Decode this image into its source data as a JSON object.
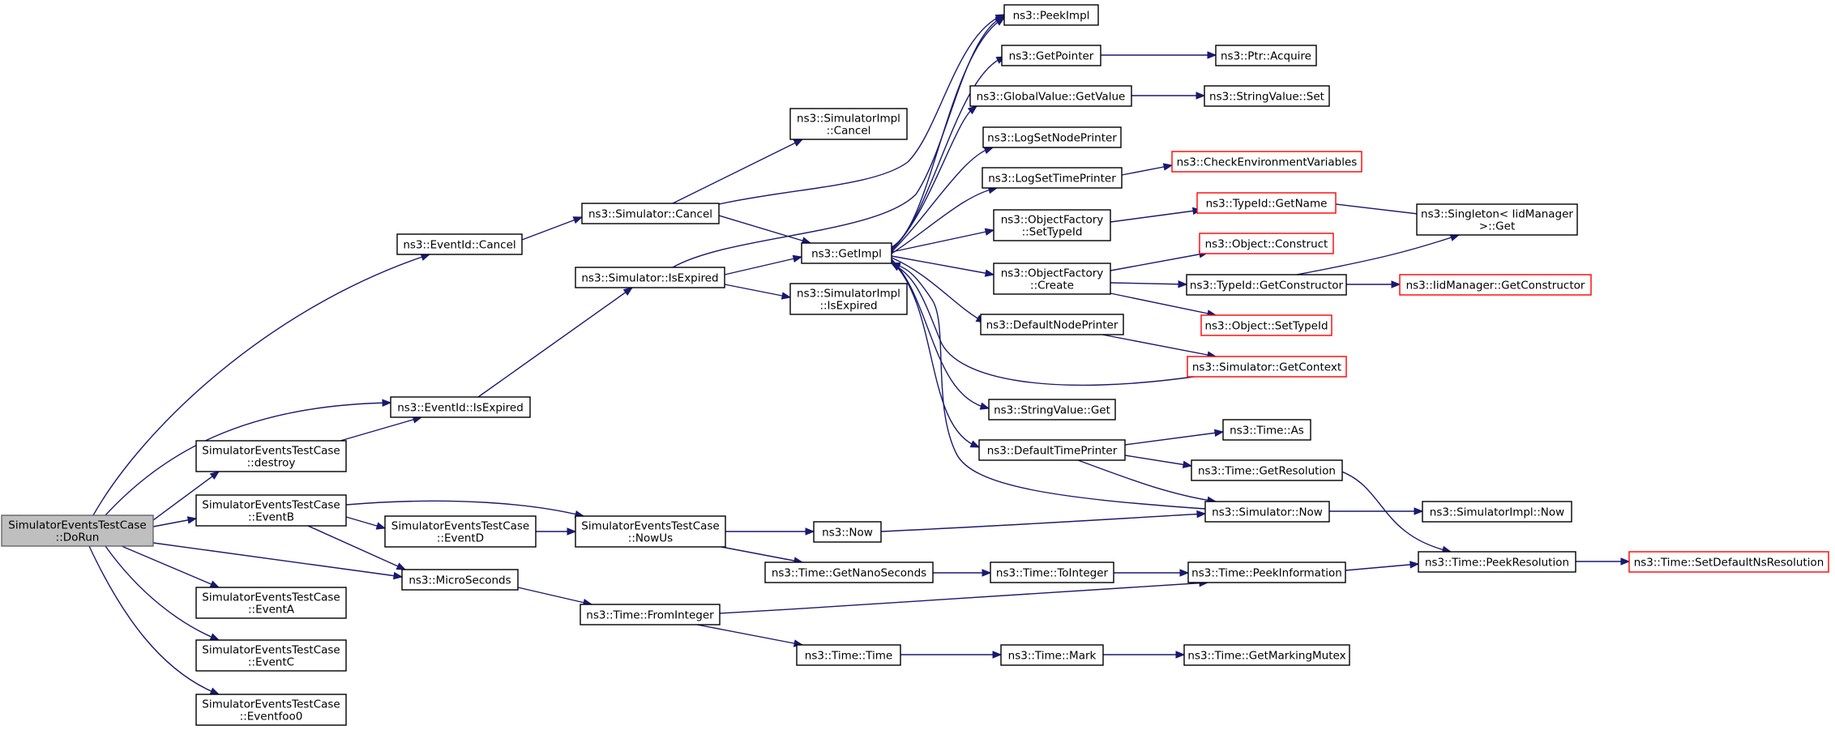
{
  "graph": {
    "root": "n0",
    "colors": {
      "edge": "#191970",
      "truncated_border": "#ff0000",
      "root_fill": "#bfbfbf"
    },
    "nodes": [
      {
        "id": "n0",
        "lines": [
          "SimulatorEventsTestCase",
          "::DoRun"
        ],
        "root": true
      },
      {
        "id": "n1",
        "lines": [
          "ns3::EventId::Cancel"
        ]
      },
      {
        "id": "n2",
        "lines": [
          "ns3::EventId::IsExpired"
        ]
      },
      {
        "id": "n3",
        "lines": [
          "SimulatorEventsTestCase",
          "::destroy"
        ]
      },
      {
        "id": "n4",
        "lines": [
          "SimulatorEventsTestCase",
          "::EventB"
        ]
      },
      {
        "id": "n5",
        "lines": [
          "ns3::MicroSeconds"
        ]
      },
      {
        "id": "n6",
        "lines": [
          "SimulatorEventsTestCase",
          "::EventA"
        ]
      },
      {
        "id": "n7",
        "lines": [
          "SimulatorEventsTestCase",
          "::EventC"
        ]
      },
      {
        "id": "n8",
        "lines": [
          "SimulatorEventsTestCase",
          "::Eventfoo0"
        ]
      },
      {
        "id": "n9",
        "lines": [
          "SimulatorEventsTestCase",
          "::EventD"
        ]
      },
      {
        "id": "n10",
        "lines": [
          "SimulatorEventsTestCase",
          "::NowUs"
        ]
      },
      {
        "id": "n11",
        "lines": [
          "ns3::Simulator::Cancel"
        ]
      },
      {
        "id": "n12",
        "lines": [
          "ns3::Simulator::IsExpired"
        ]
      },
      {
        "id": "n13",
        "lines": [
          "ns3::Time::FromInteger"
        ]
      },
      {
        "id": "n14",
        "lines": [
          "ns3::Now"
        ]
      },
      {
        "id": "n15",
        "lines": [
          "ns3::Time::GetNanoSeconds"
        ]
      },
      {
        "id": "n16",
        "lines": [
          "ns3::SimulatorImpl",
          "::Cancel"
        ]
      },
      {
        "id": "n17",
        "lines": [
          "ns3::GetImpl"
        ]
      },
      {
        "id": "n18",
        "lines": [
          "ns3::SimulatorImpl",
          "::IsExpired"
        ]
      },
      {
        "id": "n19",
        "lines": [
          "ns3::Time::Time"
        ]
      },
      {
        "id": "n20",
        "lines": [
          "ns3::PeekImpl"
        ]
      },
      {
        "id": "n21",
        "lines": [
          "ns3::GetPointer"
        ]
      },
      {
        "id": "n22",
        "lines": [
          "ns3::GlobalValue::GetValue"
        ]
      },
      {
        "id": "n23",
        "lines": [
          "ns3::LogSetNodePrinter"
        ]
      },
      {
        "id": "n24",
        "lines": [
          "ns3::LogSetTimePrinter"
        ]
      },
      {
        "id": "n25",
        "lines": [
          "ns3::ObjectFactory",
          "::SetTypeId"
        ]
      },
      {
        "id": "n26",
        "lines": [
          "ns3::ObjectFactory",
          "::Create"
        ]
      },
      {
        "id": "n27",
        "lines": [
          "ns3::DefaultNodePrinter"
        ]
      },
      {
        "id": "n28",
        "lines": [
          "ns3::StringValue::Get"
        ]
      },
      {
        "id": "n29",
        "lines": [
          "ns3::DefaultTimePrinter"
        ]
      },
      {
        "id": "n30",
        "lines": [
          "ns3::Time::ToInteger"
        ]
      },
      {
        "id": "n31",
        "lines": [
          "ns3::Time::Mark"
        ]
      },
      {
        "id": "n32",
        "lines": [
          "ns3::Ptr::Acquire"
        ]
      },
      {
        "id": "n33",
        "lines": [
          "ns3::StringValue::Set"
        ]
      },
      {
        "id": "n34",
        "lines": [
          "ns3::CheckEnvironmentVariables"
        ],
        "truncated": true
      },
      {
        "id": "n35",
        "lines": [
          "ns3::TypeId::GetName"
        ],
        "truncated": true
      },
      {
        "id": "n36",
        "lines": [
          "ns3::Object::Construct"
        ],
        "truncated": true
      },
      {
        "id": "n37",
        "lines": [
          "ns3::TypeId::GetConstructor"
        ]
      },
      {
        "id": "n38",
        "lines": [
          "ns3::Object::SetTypeId"
        ],
        "truncated": true
      },
      {
        "id": "n39",
        "lines": [
          "ns3::Simulator::GetContext"
        ],
        "truncated": true
      },
      {
        "id": "n40",
        "lines": [
          "ns3::Time::As"
        ]
      },
      {
        "id": "n41",
        "lines": [
          "ns3::Time::GetResolution"
        ]
      },
      {
        "id": "n42",
        "lines": [
          "ns3::Simulator::Now"
        ]
      },
      {
        "id": "n43",
        "lines": [
          "ns3::Time::PeekInformation"
        ]
      },
      {
        "id": "n44",
        "lines": [
          "ns3::Time::GetMarkingMutex"
        ]
      },
      {
        "id": "n45",
        "lines": [
          "ns3::Singleton< IidManager",
          " >::Get"
        ]
      },
      {
        "id": "n46",
        "lines": [
          "ns3::IidManager::GetConstructor"
        ],
        "truncated": true
      },
      {
        "id": "n47",
        "lines": [
          "ns3::SimulatorImpl::Now"
        ]
      },
      {
        "id": "n48",
        "lines": [
          "ns3::Time::PeekResolution"
        ]
      },
      {
        "id": "n49",
        "lines": [
          "ns3::Time::SetDefaultNsResolution"
        ],
        "truncated": true
      }
    ],
    "edges": [
      [
        "n0",
        "n1"
      ],
      [
        "n0",
        "n2"
      ],
      [
        "n0",
        "n3"
      ],
      [
        "n0",
        "n4"
      ],
      [
        "n0",
        "n5"
      ],
      [
        "n0",
        "n6"
      ],
      [
        "n0",
        "n7"
      ],
      [
        "n0",
        "n8"
      ],
      [
        "n1",
        "n11"
      ],
      [
        "n2",
        "n12"
      ],
      [
        "n3",
        "n2"
      ],
      [
        "n4",
        "n9"
      ],
      [
        "n4",
        "n10"
      ],
      [
        "n4",
        "n5"
      ],
      [
        "n9",
        "n10"
      ],
      [
        "n5",
        "n13"
      ],
      [
        "n10",
        "n14"
      ],
      [
        "n10",
        "n15"
      ],
      [
        "n11",
        "n16"
      ],
      [
        "n11",
        "n17"
      ],
      [
        "n11",
        "n20"
      ],
      [
        "n12",
        "n17"
      ],
      [
        "n12",
        "n18"
      ],
      [
        "n12",
        "n20"
      ],
      [
        "n13",
        "n19"
      ],
      [
        "n13",
        "n43"
      ],
      [
        "n14",
        "n42"
      ],
      [
        "n15",
        "n30"
      ],
      [
        "n17",
        "n20"
      ],
      [
        "n17",
        "n21"
      ],
      [
        "n17",
        "n22"
      ],
      [
        "n17",
        "n23"
      ],
      [
        "n17",
        "n24"
      ],
      [
        "n17",
        "n25"
      ],
      [
        "n17",
        "n26"
      ],
      [
        "n17",
        "n27"
      ],
      [
        "n17",
        "n28"
      ],
      [
        "n17",
        "n29"
      ],
      [
        "n19",
        "n31"
      ],
      [
        "n21",
        "n32"
      ],
      [
        "n22",
        "n33"
      ],
      [
        "n24",
        "n34"
      ],
      [
        "n25",
        "n35"
      ],
      [
        "n26",
        "n36"
      ],
      [
        "n26",
        "n37"
      ],
      [
        "n26",
        "n38"
      ],
      [
        "n27",
        "n39"
      ],
      [
        "n39",
        "n17"
      ],
      [
        "n29",
        "n40"
      ],
      [
        "n29",
        "n41"
      ],
      [
        "n29",
        "n42"
      ],
      [
        "n30",
        "n43"
      ],
      [
        "n31",
        "n44"
      ],
      [
        "n35",
        "n45"
      ],
      [
        "n37",
        "n45"
      ],
      [
        "n37",
        "n46"
      ],
      [
        "n41",
        "n48"
      ],
      [
        "n42",
        "n47"
      ],
      [
        "n42",
        "n17"
      ],
      [
        "n43",
        "n48"
      ],
      [
        "n48",
        "n49"
      ]
    ]
  }
}
